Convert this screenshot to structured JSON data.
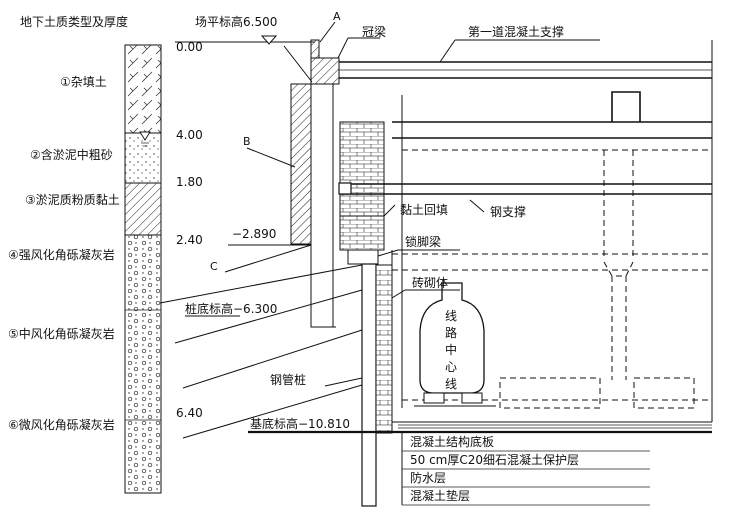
{
  "header": {
    "soil_title": "地下土质类型及厚度",
    "ground_level": "场平标高6.500"
  },
  "layers": [
    {
      "name": "①杂填土",
      "depth": "0.00"
    },
    {
      "name": "②含淤泥中粗砂",
      "depth": "4.00"
    },
    {
      "name": "③淤泥质粉质黏土",
      "depth": "1.80"
    },
    {
      "name": "④强风化角砾凝灰岩",
      "depth": "2.40"
    },
    {
      "name": "⑤中风化角砾凝灰岩",
      "depth": ""
    },
    {
      "name": "⑥微风化角砾凝灰岩",
      "depth": "6.40"
    }
  ],
  "labels": {
    "A": "A",
    "B": "B",
    "C": "C",
    "crown_beam": "冠梁",
    "first_support": "第一道混凝土支撑",
    "clay_backfill": "黏土回填",
    "steel_support": "钢支撑",
    "elev_2890": "−2.890",
    "lock_beam": "锁脚梁",
    "masonry": "砖砌体",
    "pile_bottom": "桩底标高−6.300",
    "steel_pipe_pile": "钢管桩",
    "pit_bottom": "基底标高−10.810",
    "route_center": [
      "线",
      "路",
      "中",
      "心",
      "线"
    ]
  },
  "bottom_layers": [
    "混凝土结构底板",
    "50 cm厚C20细石混凝土保护层",
    "防水层",
    "混凝土垫层"
  ]
}
